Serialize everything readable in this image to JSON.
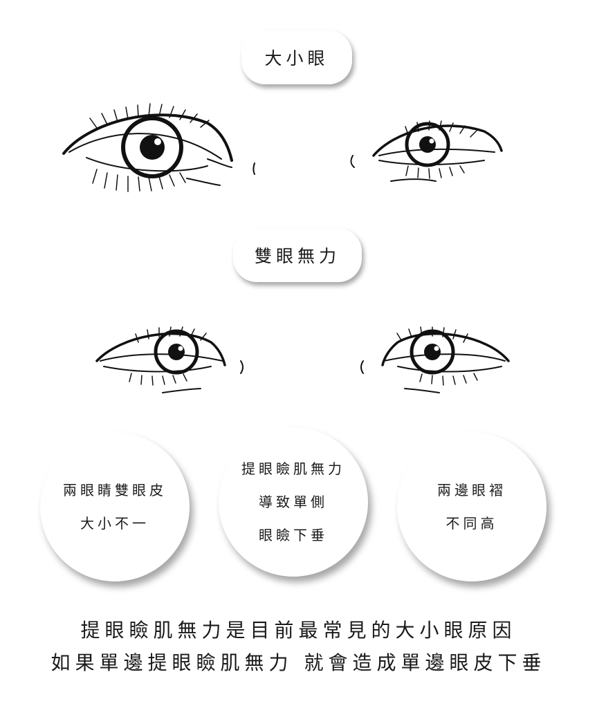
{
  "labels": {
    "top_pill": "大小眼",
    "middle_pill": "雙眼無力"
  },
  "circles": [
    {
      "lines": [
        "兩眼睛雙眼皮",
        "大小不一"
      ]
    },
    {
      "lines": [
        "提眼瞼肌無力",
        "導致單側",
        "眼瞼下垂"
      ]
    },
    {
      "lines": [
        "兩邊眼褶",
        "不同高"
      ]
    }
  ],
  "caption": {
    "line1": "提眼瞼肌無力是目前最常見的大小眼原因",
    "line2": "如果單邊提眼瞼肌無力 就會造成單邊眼皮下垂"
  },
  "colors": {
    "ink": "#111111",
    "background": "#ffffff"
  }
}
